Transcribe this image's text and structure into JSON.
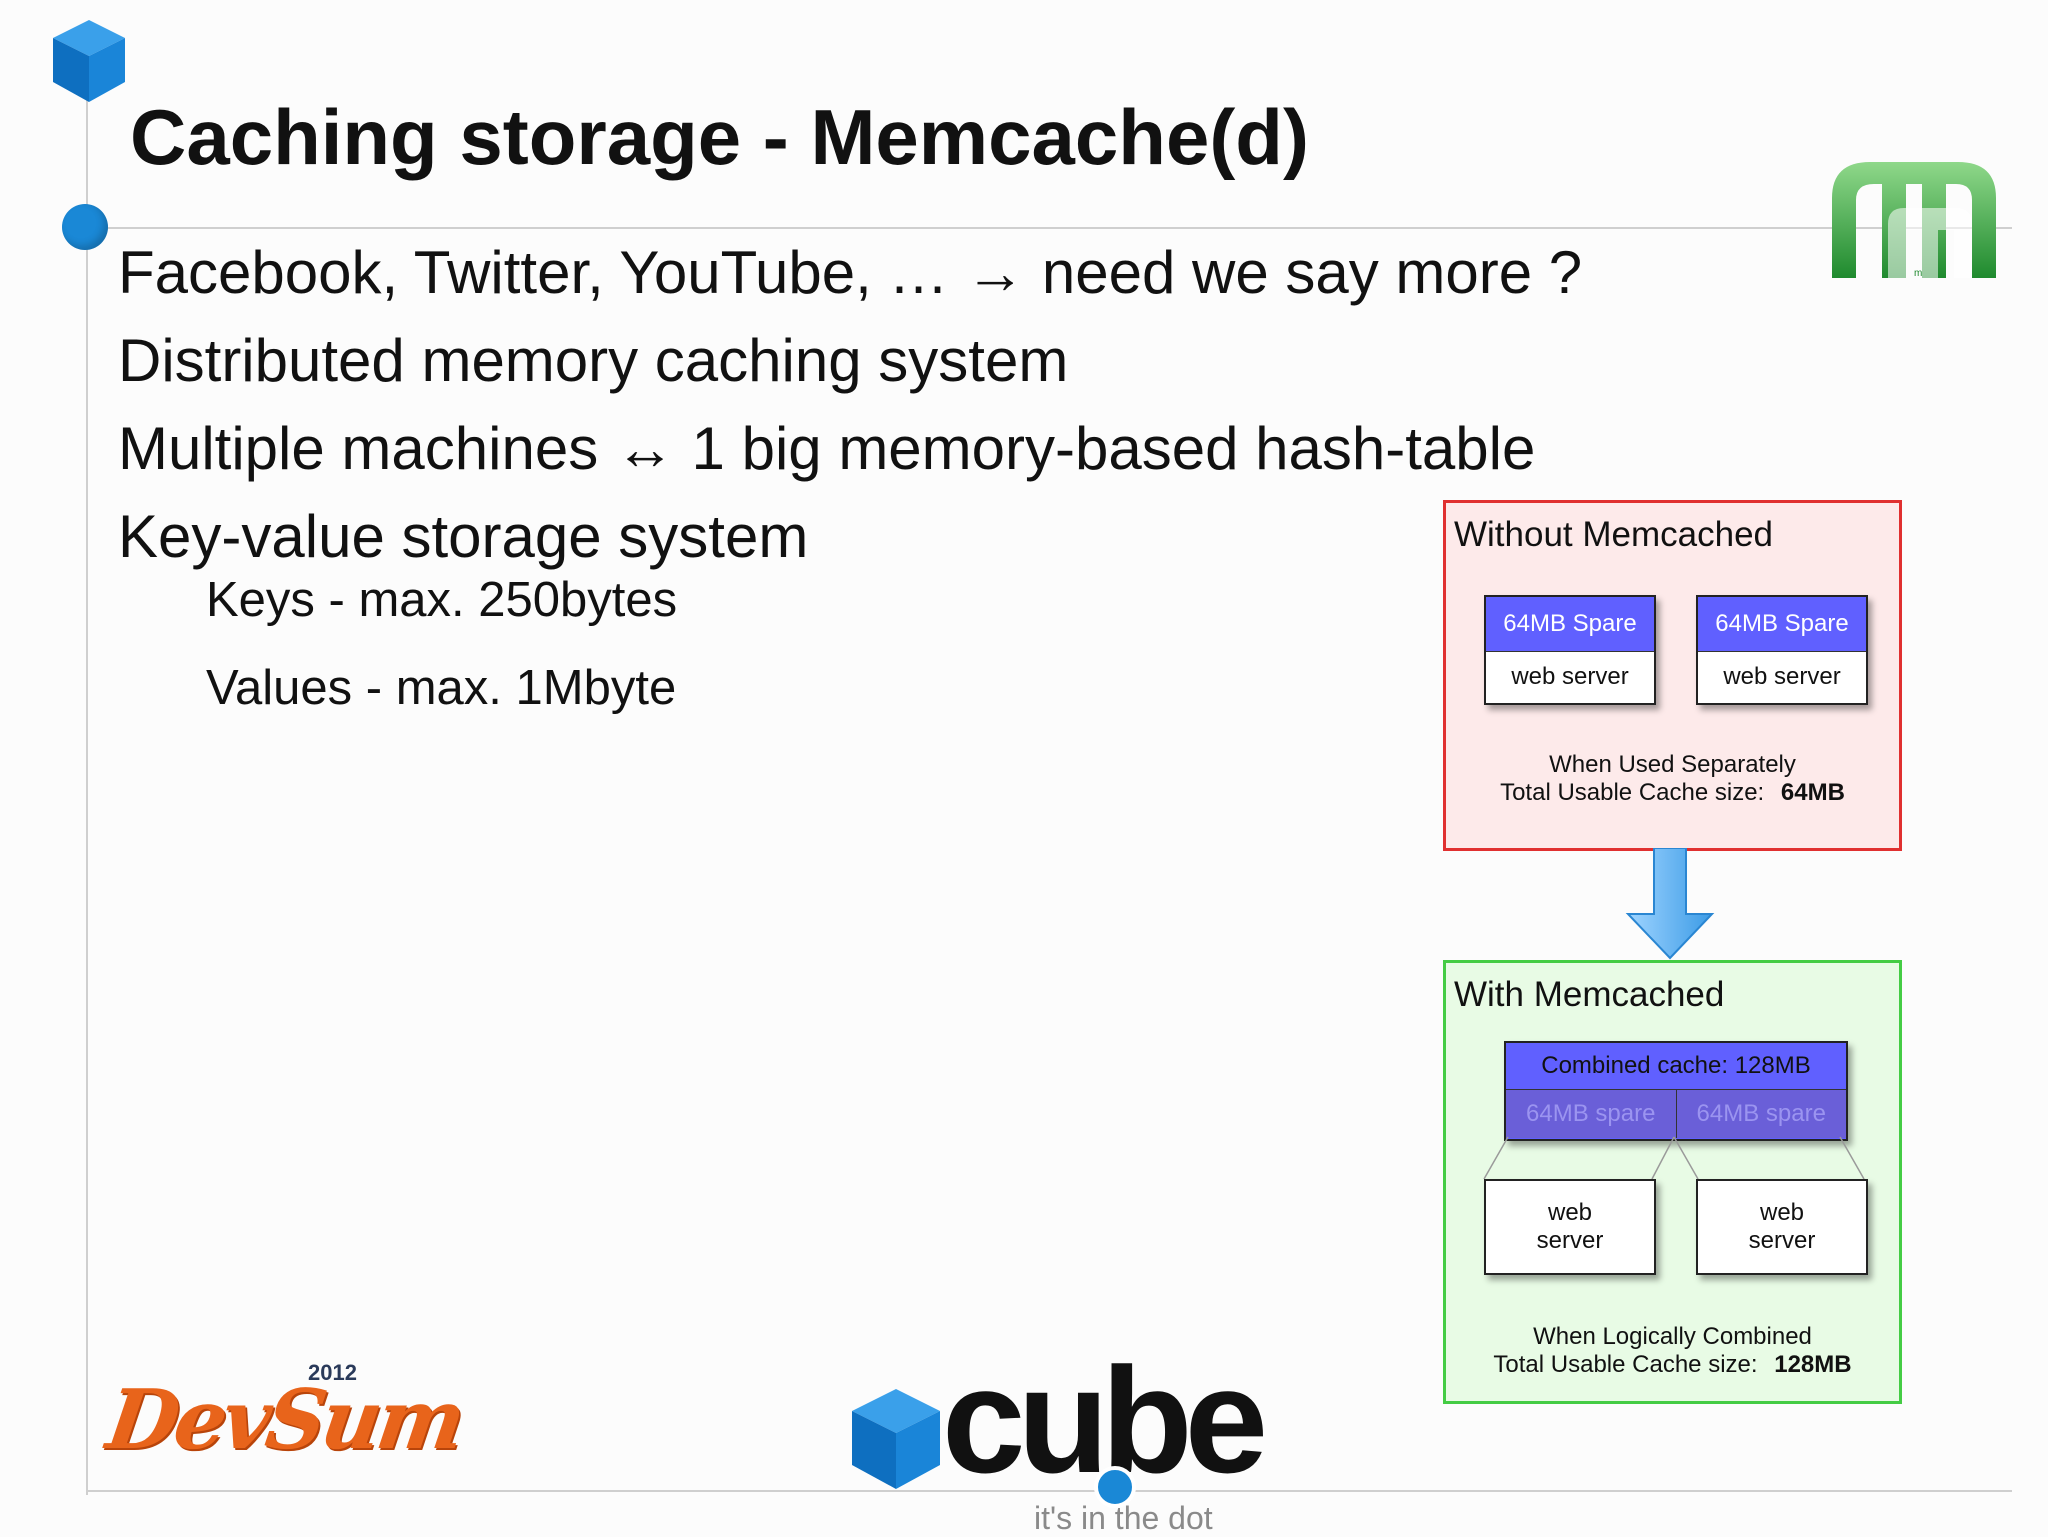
{
  "slide": {
    "title": "Caching storage - Memcache(d)",
    "bullets": [
      "Facebook, Twitter, YouTube, … → need we say more ?",
      "Distributed memory caching system",
      "Multiple machines ↔ 1 big memory-based hash-table",
      "Key-value storage system"
    ],
    "sub_bullets": [
      "Keys - max. 250bytes",
      "Values - max. 1Mbyte"
    ]
  },
  "diagram": {
    "without": {
      "heading": "Without Memcached",
      "servers": [
        {
          "spare": "64MB Spare",
          "label": "web server"
        },
        {
          "spare": "64MB Spare",
          "label": "web server"
        }
      ],
      "caption_line1": "When Used Separately",
      "caption_line2_prefix": "Total Usable Cache size:",
      "caption_line2_value": "64MB"
    },
    "with": {
      "heading": "With Memcached",
      "combined": "Combined cache: 128MB",
      "spares": [
        "64MB spare",
        "64MB spare"
      ],
      "servers": [
        {
          "line1": "web",
          "line2": "server"
        },
        {
          "line1": "web",
          "line2": "server"
        }
      ],
      "caption_line1": "When Logically Combined",
      "caption_line2_prefix": "Total Usable Cache size:",
      "caption_line2_value": "128MB"
    }
  },
  "branding": {
    "devsum_logo": "DevSum",
    "devsum_year": "2012",
    "cube_logo": "cube",
    "cube_tagline": "it's in the dot",
    "memcached_logo": "m"
  },
  "colors": {
    "accent_blue": "#1a88d6",
    "without_border": "#e03030",
    "with_border": "#44cc44",
    "spare_blue": "#6060ff",
    "devsum_orange": "#e8641b",
    "memcached_green": "#2e9e3a"
  }
}
